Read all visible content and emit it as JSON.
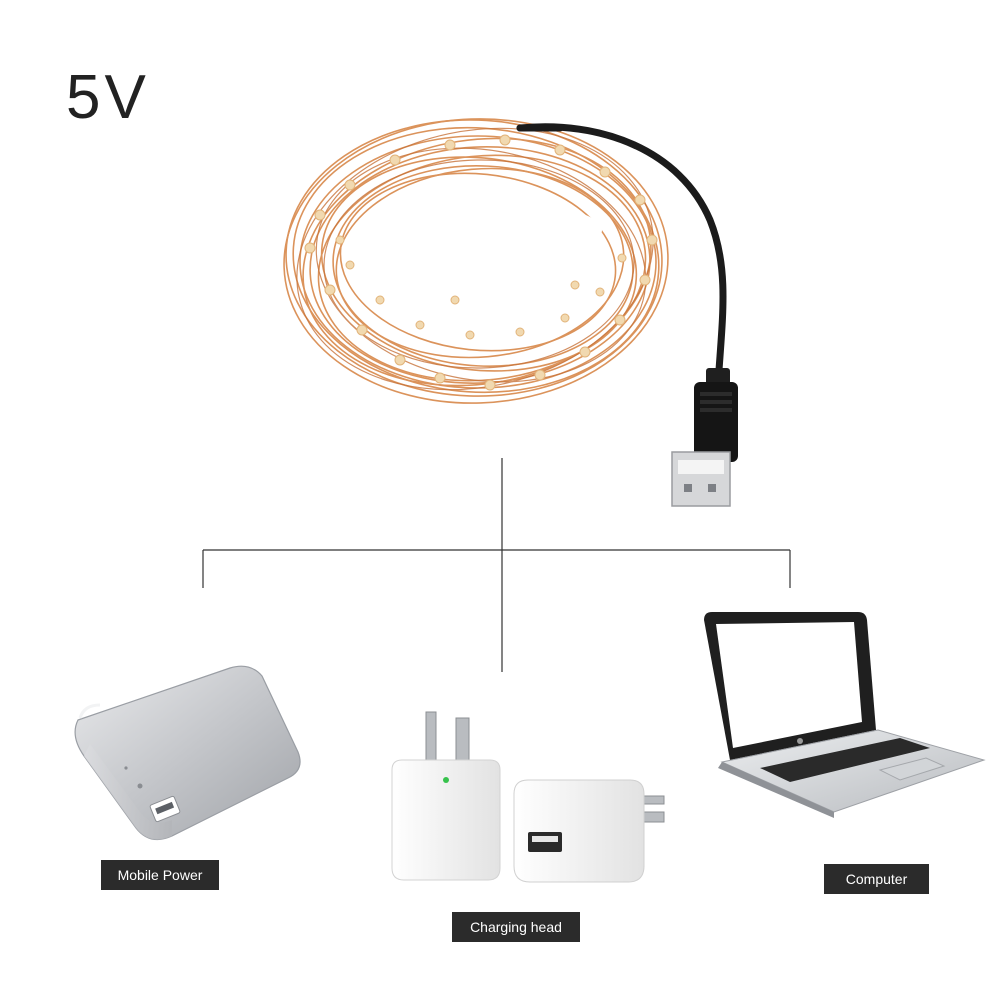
{
  "header": {
    "voltage": "5V"
  },
  "devices": {
    "mobile_power": {
      "label": "Mobile Power"
    },
    "charging_head": {
      "label": "Charging head"
    },
    "computer": {
      "label": "Computer"
    }
  },
  "colors": {
    "copper": "#d8884a",
    "cable": "#1b1b1b",
    "label_bg": "#2b2b2b",
    "connector_line": "#333333",
    "power_bank": "#c2c4c8",
    "charger": "#f3f3f3",
    "laptop_screen": "#ffffff"
  },
  "icons": {
    "string_lights": "copper-wire-string-lights-coil",
    "plug": "usb-plug-icon",
    "power_bank": "power-bank-icon",
    "charger": "wall-charger-icon",
    "laptop": "laptop-icon"
  }
}
